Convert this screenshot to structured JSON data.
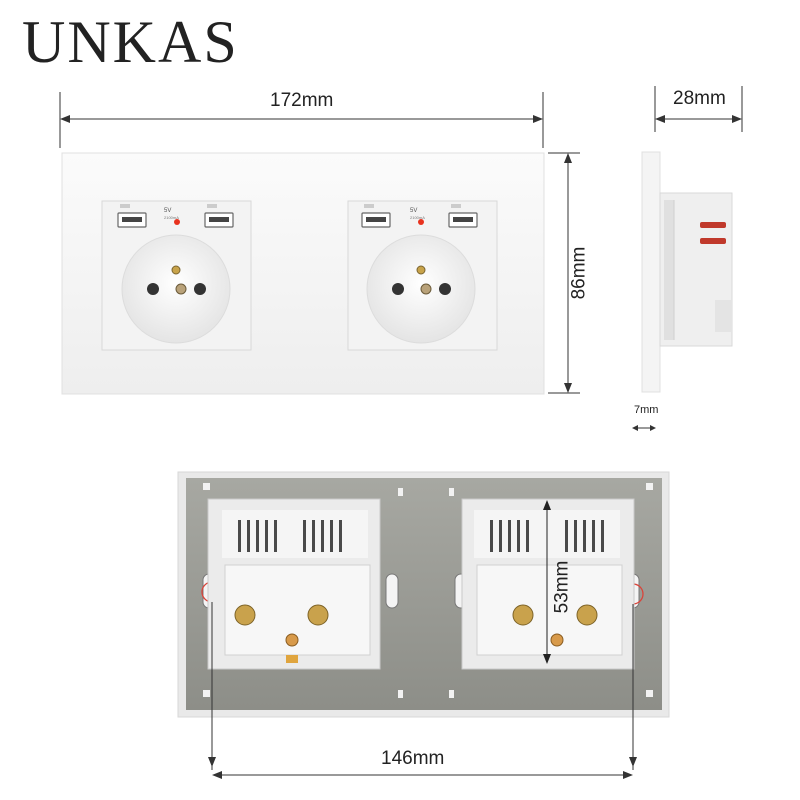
{
  "brand": "UNKAS",
  "dimensions": {
    "width": "172mm",
    "height": "86mm",
    "depth": "28mm",
    "panel_thickness": "7mm",
    "mount_spacing": "146mm",
    "module_height": "53mm"
  },
  "usb_label": "5V",
  "usb_sub_label": "2100mA",
  "colors": {
    "panel": "#f6f6f6",
    "frame": "#9a9b95",
    "indicator": "#e8321e",
    "pin": "#c8a34a"
  }
}
